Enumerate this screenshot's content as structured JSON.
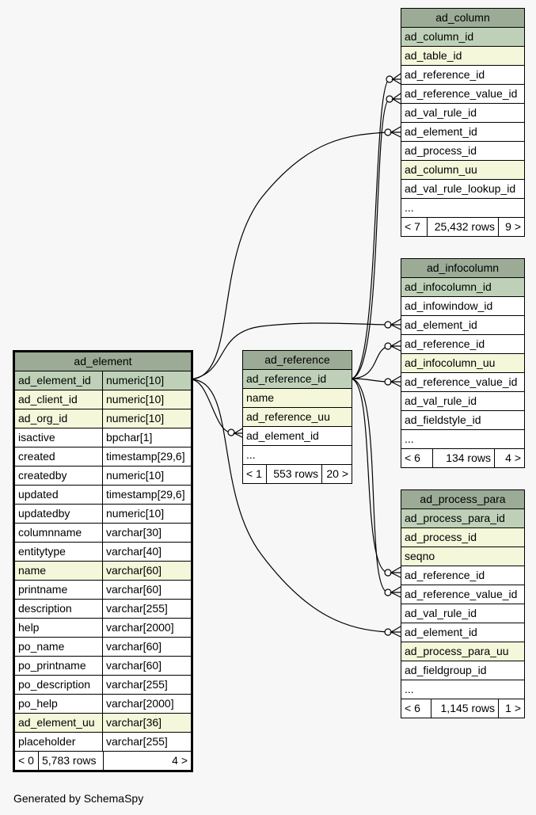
{
  "tables": {
    "ad_column": {
      "title": "ad_column",
      "rows": [
        {
          "name": "ad_column_id",
          "kind": "pk"
        },
        {
          "name": "ad_table_id",
          "kind": "fk"
        },
        {
          "name": "ad_reference_id",
          "kind": ""
        },
        {
          "name": "ad_reference_value_id",
          "kind": ""
        },
        {
          "name": "ad_val_rule_id",
          "kind": ""
        },
        {
          "name": "ad_element_id",
          "kind": ""
        },
        {
          "name": "ad_process_id",
          "kind": ""
        },
        {
          "name": "ad_column_uu",
          "kind": "fk"
        },
        {
          "name": "ad_val_rule_lookup_id",
          "kind": ""
        },
        {
          "name": "...",
          "kind": ""
        }
      ],
      "footer": {
        "left": "< 7",
        "mid": "25,432 rows",
        "right": "9 >"
      }
    },
    "ad_infocolumn": {
      "title": "ad_infocolumn",
      "rows": [
        {
          "name": "ad_infocolumn_id",
          "kind": "pk"
        },
        {
          "name": "ad_infowindow_id",
          "kind": ""
        },
        {
          "name": "ad_element_id",
          "kind": ""
        },
        {
          "name": "ad_reference_id",
          "kind": ""
        },
        {
          "name": "ad_infocolumn_uu",
          "kind": "fk"
        },
        {
          "name": "ad_reference_value_id",
          "kind": ""
        },
        {
          "name": "ad_val_rule_id",
          "kind": ""
        },
        {
          "name": "ad_fieldstyle_id",
          "kind": ""
        },
        {
          "name": "...",
          "kind": ""
        }
      ],
      "footer": {
        "left": "< 6",
        "mid": "134 rows",
        "right": "4 >"
      }
    },
    "ad_process_para": {
      "title": "ad_process_para",
      "rows": [
        {
          "name": "ad_process_para_id",
          "kind": "pk"
        },
        {
          "name": "ad_process_id",
          "kind": "fk"
        },
        {
          "name": "seqno",
          "kind": "fk"
        },
        {
          "name": "ad_reference_id",
          "kind": ""
        },
        {
          "name": "ad_reference_value_id",
          "kind": ""
        },
        {
          "name": "ad_val_rule_id",
          "kind": ""
        },
        {
          "name": "ad_element_id",
          "kind": ""
        },
        {
          "name": "ad_process_para_uu",
          "kind": "fk"
        },
        {
          "name": "ad_fieldgroup_id",
          "kind": ""
        },
        {
          "name": "...",
          "kind": ""
        }
      ],
      "footer": {
        "left": "< 6",
        "mid": "1,145 rows",
        "right": "1 >"
      }
    },
    "ad_reference": {
      "title": "ad_reference",
      "rows": [
        {
          "name": "ad_reference_id",
          "kind": "pk"
        },
        {
          "name": "name",
          "kind": "fk"
        },
        {
          "name": "ad_reference_uu",
          "kind": "fk"
        },
        {
          "name": "ad_element_id",
          "kind": ""
        },
        {
          "name": "...",
          "kind": ""
        }
      ],
      "footer": {
        "left": "< 1",
        "mid": "553 rows",
        "right": "20 >"
      }
    },
    "ad_element": {
      "title": "ad_element",
      "rows": [
        {
          "name": "ad_element_id",
          "type": "numeric[10]",
          "kind": "pk"
        },
        {
          "name": "ad_client_id",
          "type": "numeric[10]",
          "kind": "fk"
        },
        {
          "name": "ad_org_id",
          "type": "numeric[10]",
          "kind": "fk"
        },
        {
          "name": "isactive",
          "type": "bpchar[1]",
          "kind": ""
        },
        {
          "name": "created",
          "type": "timestamp[29,6]",
          "kind": ""
        },
        {
          "name": "createdby",
          "type": "numeric[10]",
          "kind": ""
        },
        {
          "name": "updated",
          "type": "timestamp[29,6]",
          "kind": ""
        },
        {
          "name": "updatedby",
          "type": "numeric[10]",
          "kind": ""
        },
        {
          "name": "columnname",
          "type": "varchar[30]",
          "kind": ""
        },
        {
          "name": "entitytype",
          "type": "varchar[40]",
          "kind": ""
        },
        {
          "name": "name",
          "type": "varchar[60]",
          "kind": "fk"
        },
        {
          "name": "printname",
          "type": "varchar[60]",
          "kind": ""
        },
        {
          "name": "description",
          "type": "varchar[255]",
          "kind": ""
        },
        {
          "name": "help",
          "type": "varchar[2000]",
          "kind": ""
        },
        {
          "name": "po_name",
          "type": "varchar[60]",
          "kind": ""
        },
        {
          "name": "po_printname",
          "type": "varchar[60]",
          "kind": ""
        },
        {
          "name": "po_description",
          "type": "varchar[255]",
          "kind": ""
        },
        {
          "name": "po_help",
          "type": "varchar[2000]",
          "kind": ""
        },
        {
          "name": "ad_element_uu",
          "type": "varchar[36]",
          "kind": "fk"
        },
        {
          "name": "placeholder",
          "type": "varchar[255]",
          "kind": ""
        }
      ],
      "footer": {
        "left": "< 0",
        "mid": "5,783 rows",
        "right": "4 >"
      }
    }
  },
  "footer_note": "Generated by SchemaSpy",
  "colors": {
    "header": "#9bab96",
    "primary_key": "#bed1b8",
    "foreign_key": "#f4f7da",
    "background": "#f7f7f7"
  }
}
